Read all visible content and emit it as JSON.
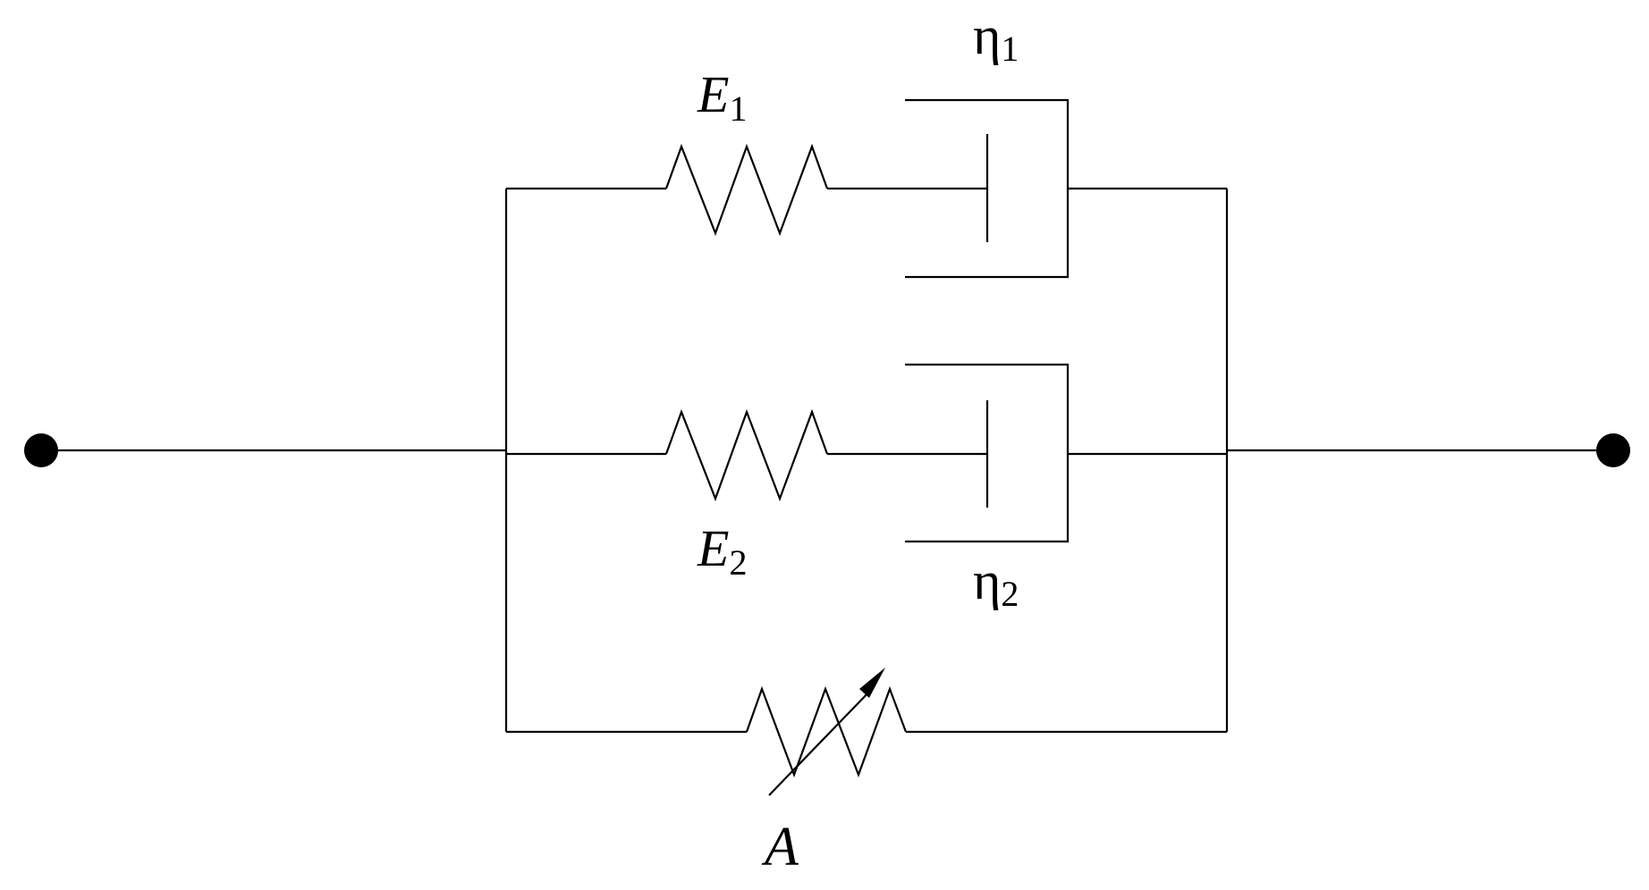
{
  "labels": {
    "e1": {
      "base": "E",
      "sub": "1"
    },
    "eta1": {
      "base": "η",
      "sub": "1"
    },
    "e2": {
      "base": "E",
      "sub": "2"
    },
    "eta2": {
      "base": "η",
      "sub": "2"
    },
    "a": {
      "base": "A"
    }
  }
}
